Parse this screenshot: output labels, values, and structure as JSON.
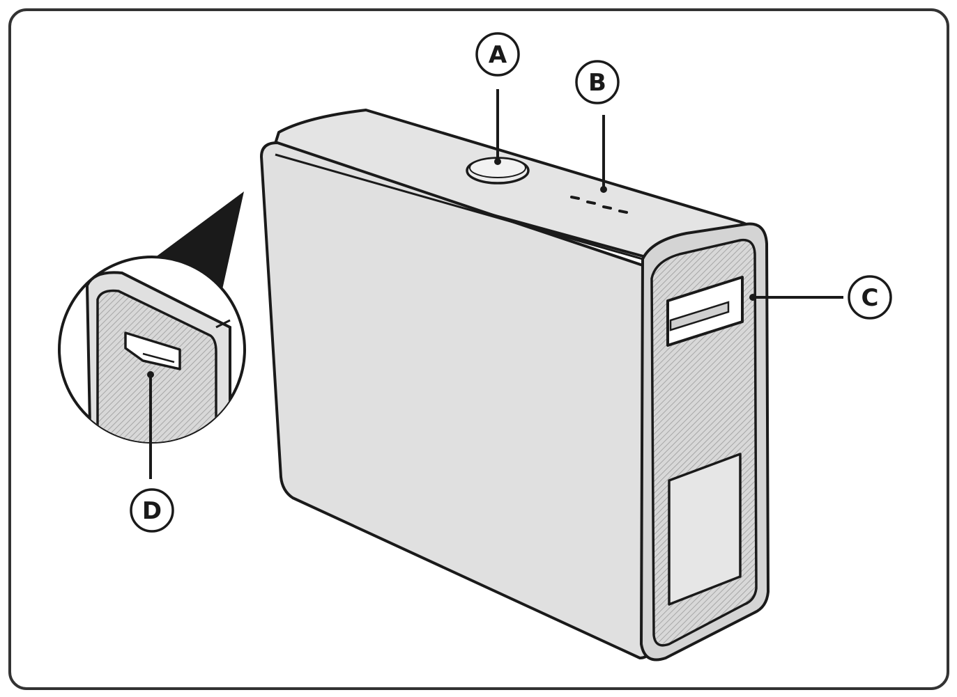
{
  "callouts": {
    "a": {
      "label": "A"
    },
    "b": {
      "label": "B"
    },
    "c": {
      "label": "C"
    },
    "d": {
      "label": "D"
    }
  },
  "colors": {
    "outline": "#1a1a1a",
    "body_fill": "#e0e0e0",
    "side_fill": "#d4d4d4",
    "hatch": "#9a9a9a",
    "frame": "#333333",
    "background": "#ffffff"
  }
}
